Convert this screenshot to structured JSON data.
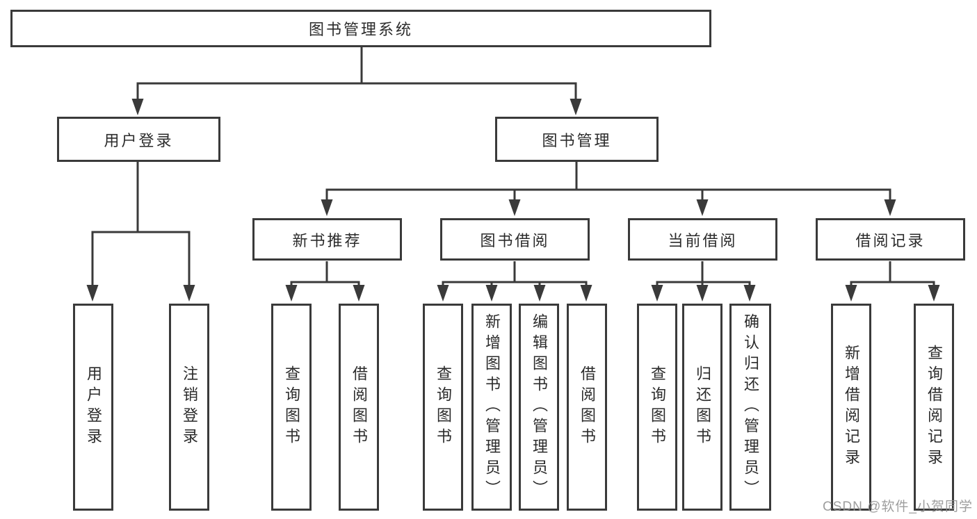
{
  "tree": {
    "root": {
      "label": "图书管理系统"
    },
    "branches": [
      {
        "label": "用户登录",
        "children": [
          {
            "label": "用户登录"
          },
          {
            "label": "注销登录"
          }
        ]
      },
      {
        "label": "图书管理",
        "children": [
          {
            "label": "新书推荐",
            "children": [
              {
                "label": "查询图书"
              },
              {
                "label": "借阅图书"
              }
            ]
          },
          {
            "label": "图书借阅",
            "children": [
              {
                "label": "查询图书"
              },
              {
                "label": "新增图书（管理员）"
              },
              {
                "label": "编辑图书（管理员）"
              },
              {
                "label": "借阅图书"
              }
            ]
          },
          {
            "label": "当前借阅",
            "children": [
              {
                "label": "查询图书"
              },
              {
                "label": "归还图书"
              },
              {
                "label": "确认归还（管理员）"
              }
            ]
          },
          {
            "label": "借阅记录",
            "children": [
              {
                "label": "新增借阅记录"
              },
              {
                "label": "查询借阅记录"
              }
            ]
          }
        ]
      }
    ]
  },
  "watermark": {
    "text": "CSDN @软件_小贺同学"
  },
  "colors": {
    "line": "#3a3a3a",
    "box_border": "#3a3a3a",
    "text": "#2b2b2b",
    "watermark": "#919191",
    "background": "#ffffff"
  }
}
